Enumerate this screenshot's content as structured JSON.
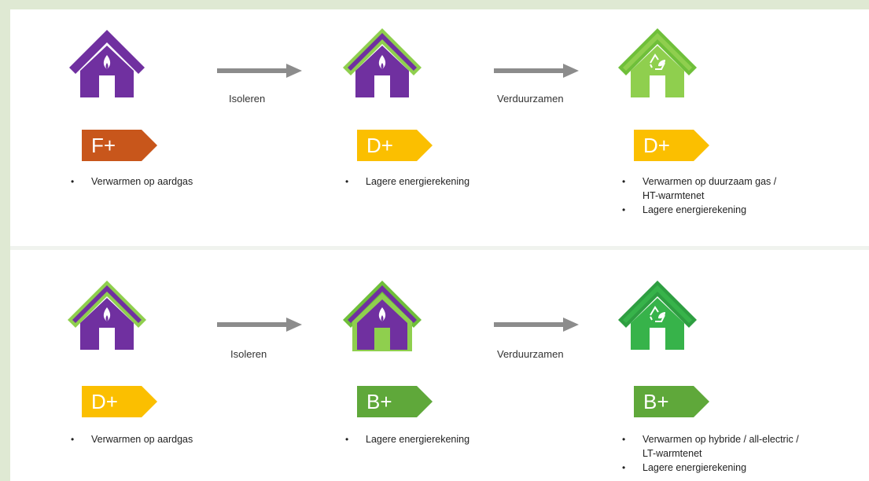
{
  "rows": [
    {
      "arrow1_label": "Isoleren",
      "arrow2_label": "Verduurzamen",
      "stages": [
        {
          "badge": "F+",
          "badge_color": "#c8561b",
          "bullets": [
            "Verwarmen op aardgas"
          ]
        },
        {
          "badge": "D+",
          "badge_color": "#fbbf00",
          "bullets": [
            "Lagere energierekening"
          ]
        },
        {
          "badge": "D+",
          "badge_color": "#fbbf00",
          "bullets": [
            "Verwarmen op duurzaam gas /",
            "HT-warmtenet",
            "Lagere energierekening"
          ]
        }
      ]
    },
    {
      "arrow1_label": "Isoleren",
      "arrow2_label": "Verduurzamen",
      "stages": [
        {
          "badge": "D+",
          "badge_color": "#fbbf00",
          "bullets": [
            "Verwarmen op aardgas"
          ]
        },
        {
          "badge": "B+",
          "badge_color": "#5fa83a",
          "bullets": [
            "Lagere energierekening"
          ]
        },
        {
          "badge": "B+",
          "badge_color": "#5fa83a",
          "bullets": [
            "Verwarmen op hybride / all-electric /",
            "LT-warmtenet",
            "Lagere energierekening"
          ]
        }
      ]
    }
  ],
  "colors": {
    "house_purple": "#7030a0",
    "house_light_green": "#8fcf4e",
    "house_green": "#37b34a",
    "arrow_gray": "#8c8c8c",
    "panel_bg": "#dfe9d3"
  },
  "icons": [
    "house-flame-icon",
    "house-recycle-icon",
    "arrow-right-icon"
  ]
}
